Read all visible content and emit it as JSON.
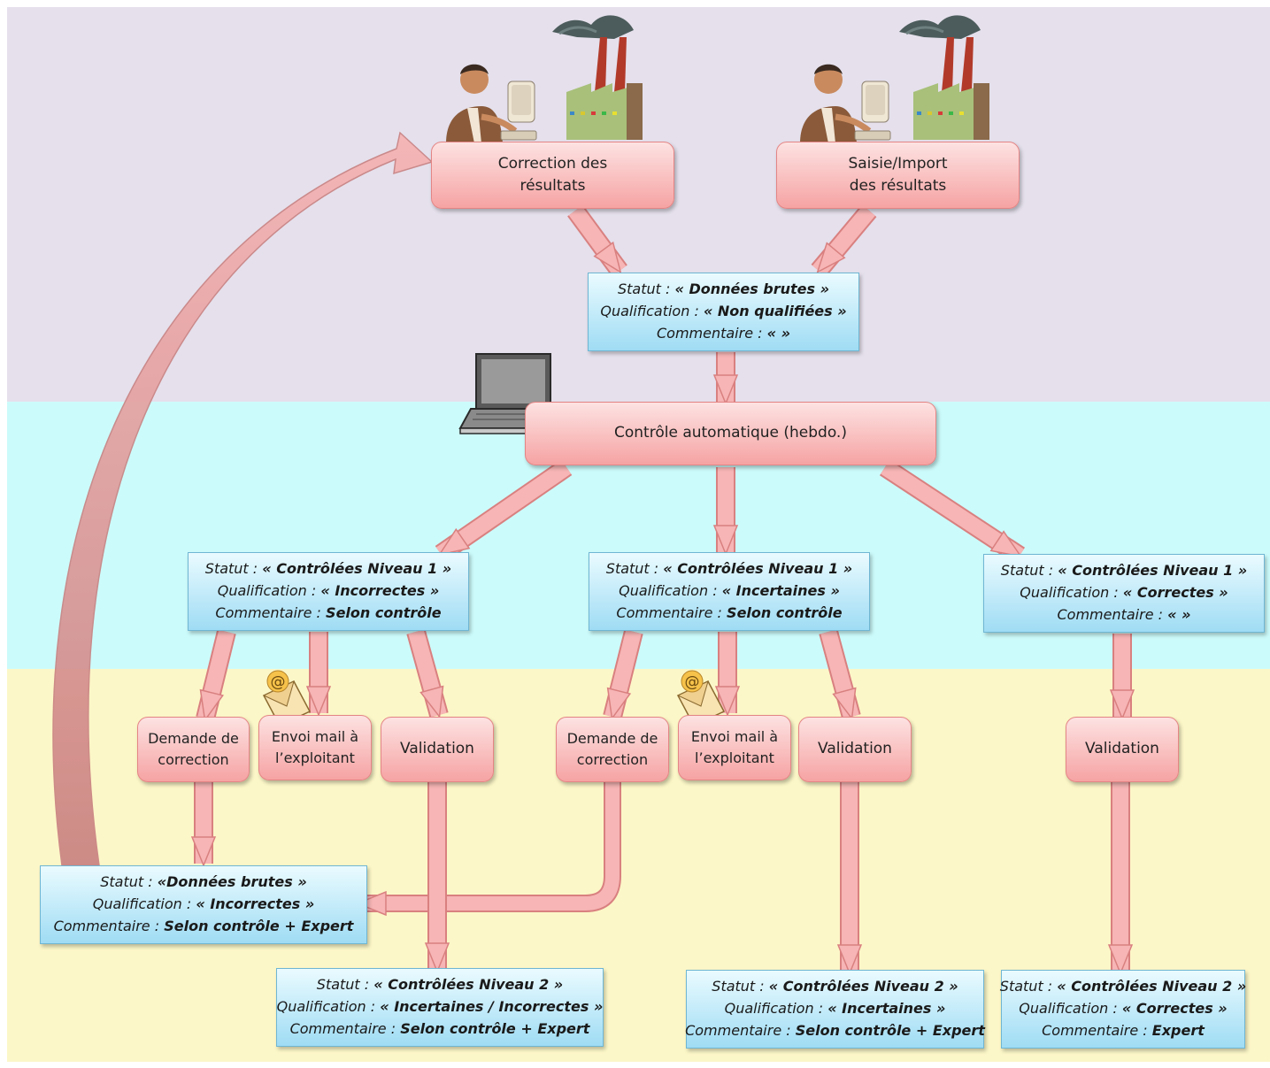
{
  "boxes": {
    "correction": "Correction des\nrésultats",
    "saisie": "Saisie/Import\ndes résultats",
    "controle": "Contrôle automatique (hebdo.)",
    "demande1": "Demande de\ncorrection",
    "mail1": "Envoi mail à\nl’exploitant",
    "validation1": "Validation",
    "demande2": "Demande de\ncorrection",
    "mail2": "Envoi mail à\nl’exploitant",
    "validation2": "Validation",
    "validation3": "Validation"
  },
  "status": {
    "b0": [
      {
        "k": "Statut :",
        "v": "« Données brutes »"
      },
      {
        "k": "Qualification :",
        "v": "« Non qualifiées »"
      },
      {
        "k": "Commentaire :",
        "v": "« »"
      }
    ],
    "b1": [
      {
        "k": "Statut :",
        "v": "« Contrôlées Niveau 1 »"
      },
      {
        "k": "Qualification :",
        "v": "« Incorrectes »"
      },
      {
        "k": "Commentaire :",
        "v": " Selon contrôle"
      }
    ],
    "b2": [
      {
        "k": "Statut :",
        "v": "« Contrôlées Niveau 1 »"
      },
      {
        "k": "Qualification :",
        "v": "« Incertaines »"
      },
      {
        "k": "Commentaire :",
        "v": " Selon contrôle"
      }
    ],
    "b3": [
      {
        "k": "Statut :",
        "v": "« Contrôlées Niveau 1 »"
      },
      {
        "k": "Qualification :",
        "v": "« Correctes »"
      },
      {
        "k": "Commentaire :",
        "v": "« »"
      }
    ],
    "b4": [
      {
        "k": "Statut :",
        "v": "«Données brutes »"
      },
      {
        "k": "Qualification :",
        "v": "« Incorrectes »"
      },
      {
        "k": "Commentaire :",
        "v": "Selon contrôle + Expert"
      }
    ],
    "b5": [
      {
        "k": "Statut :",
        "v": "« Contrôlées Niveau 2 »"
      },
      {
        "k": "Qualification :",
        "v": "« Incertaines / Incorrectes »"
      },
      {
        "k": "Commentaire :",
        "v": "Selon contrôle + Expert"
      }
    ],
    "b6": [
      {
        "k": "Statut :",
        "v": "« Contrôlées Niveau 2 »"
      },
      {
        "k": "Qualification :",
        "v": "« Incertaines »"
      },
      {
        "k": "Commentaire :",
        "v": "Selon contrôle + Expert"
      }
    ],
    "b7": [
      {
        "k": "Statut :",
        "v": "« Contrôlées Niveau 2 »"
      },
      {
        "k": "Qualification :",
        "v": "« Correctes »"
      },
      {
        "k": "Commentaire :",
        "v": "Expert"
      }
    ]
  },
  "colors": {
    "zone_top": "#e5e0ec",
    "zone_mid": "#ccfbfb",
    "zone_bottom": "#fcf7c8",
    "process_box": "#f6a3a3",
    "status_box": "#9fdcf4",
    "arrow": "#f7b5b5"
  },
  "icons": [
    "operator-icon",
    "factory-icon",
    "laptop-icon",
    "email-icon"
  ]
}
